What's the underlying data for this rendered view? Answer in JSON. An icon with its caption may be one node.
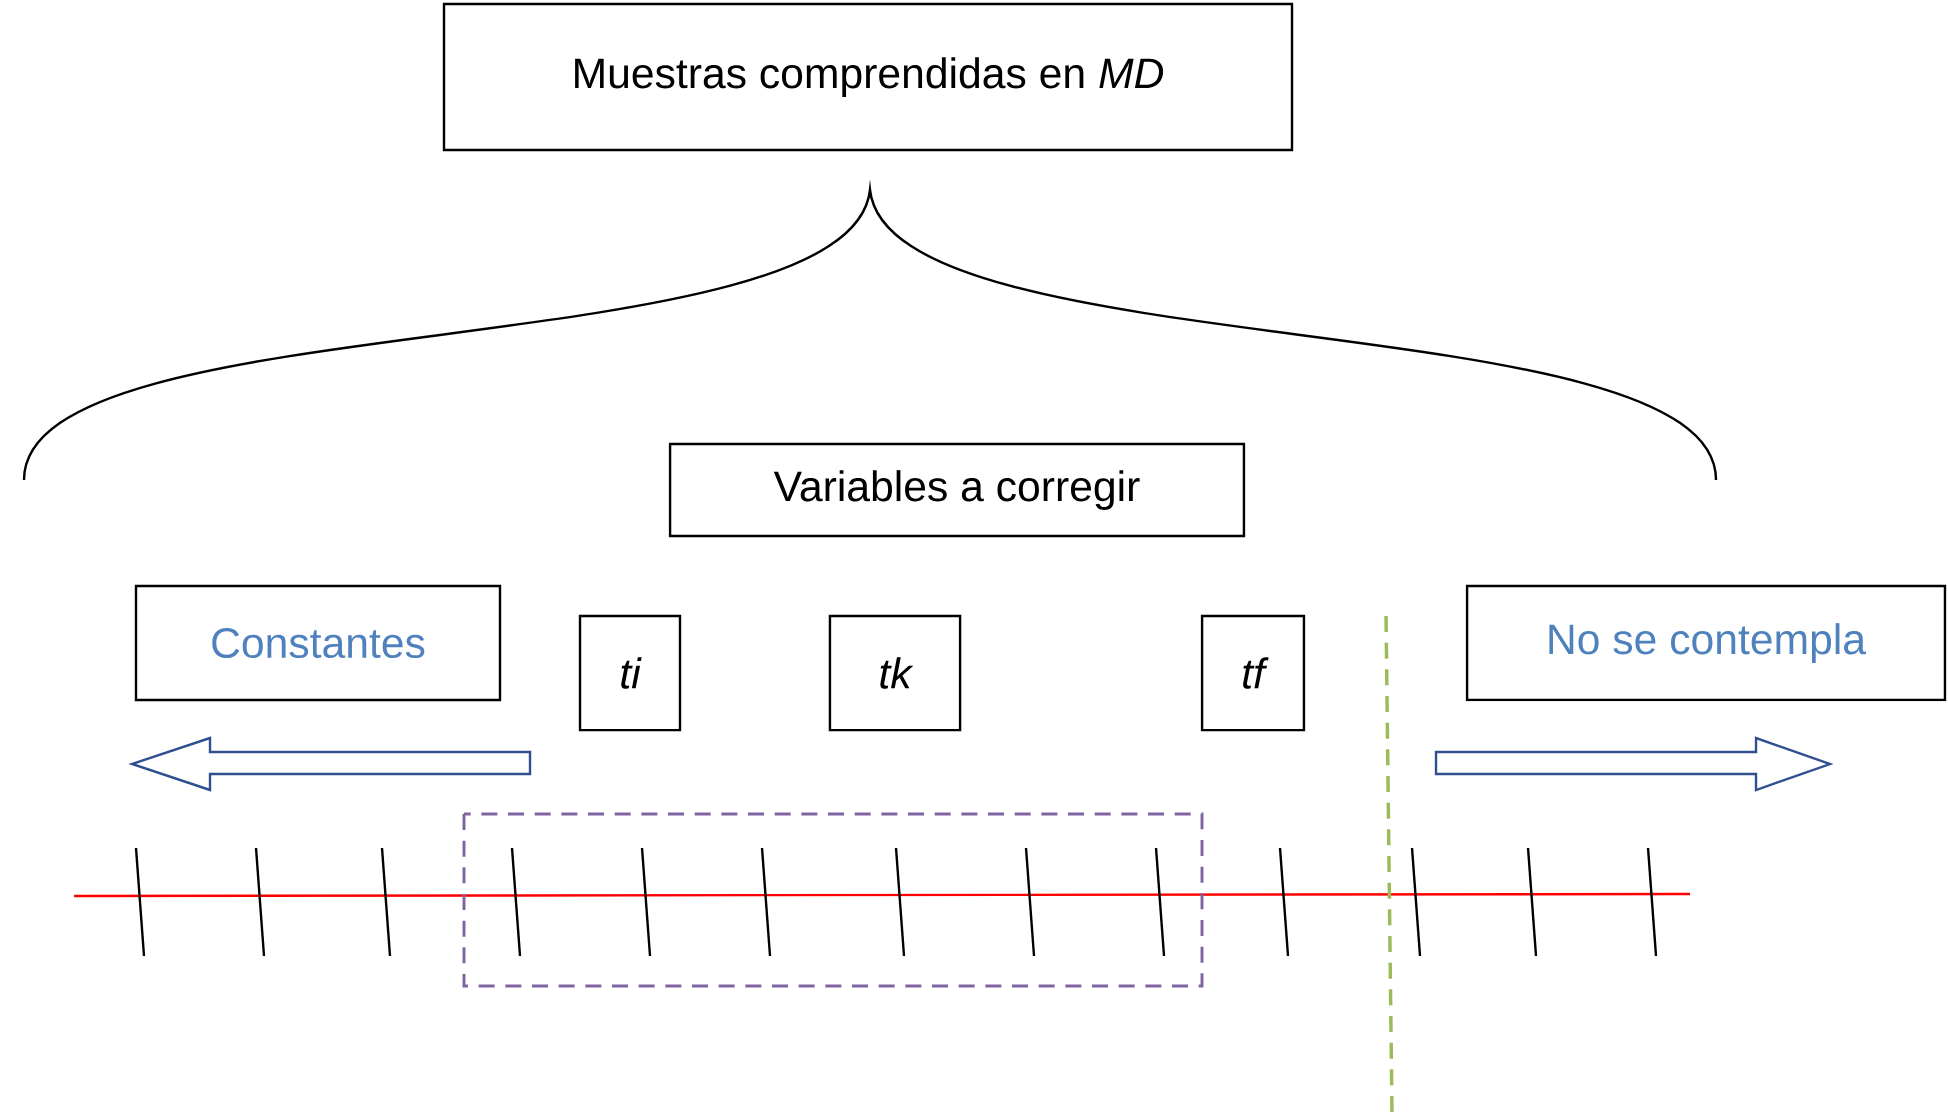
{
  "diagram": {
    "nodes": [
      {
        "text": [
          "Muestras comprendidas en *MD*"
        ]
      },
      {
        "text": [
          "Variables a corregir"
        ]
      },
      {
        "text": [
          "Constantes"
        ]
      },
      {
        "text": [
          "ti"
        ]
      },
      {
        "text": [
          "tk"
        ]
      },
      {
        "text": [
          "tf"
        ]
      },
      {
        "text": [
          "No se contempla"
        ]
      }
    ]
  }
}
